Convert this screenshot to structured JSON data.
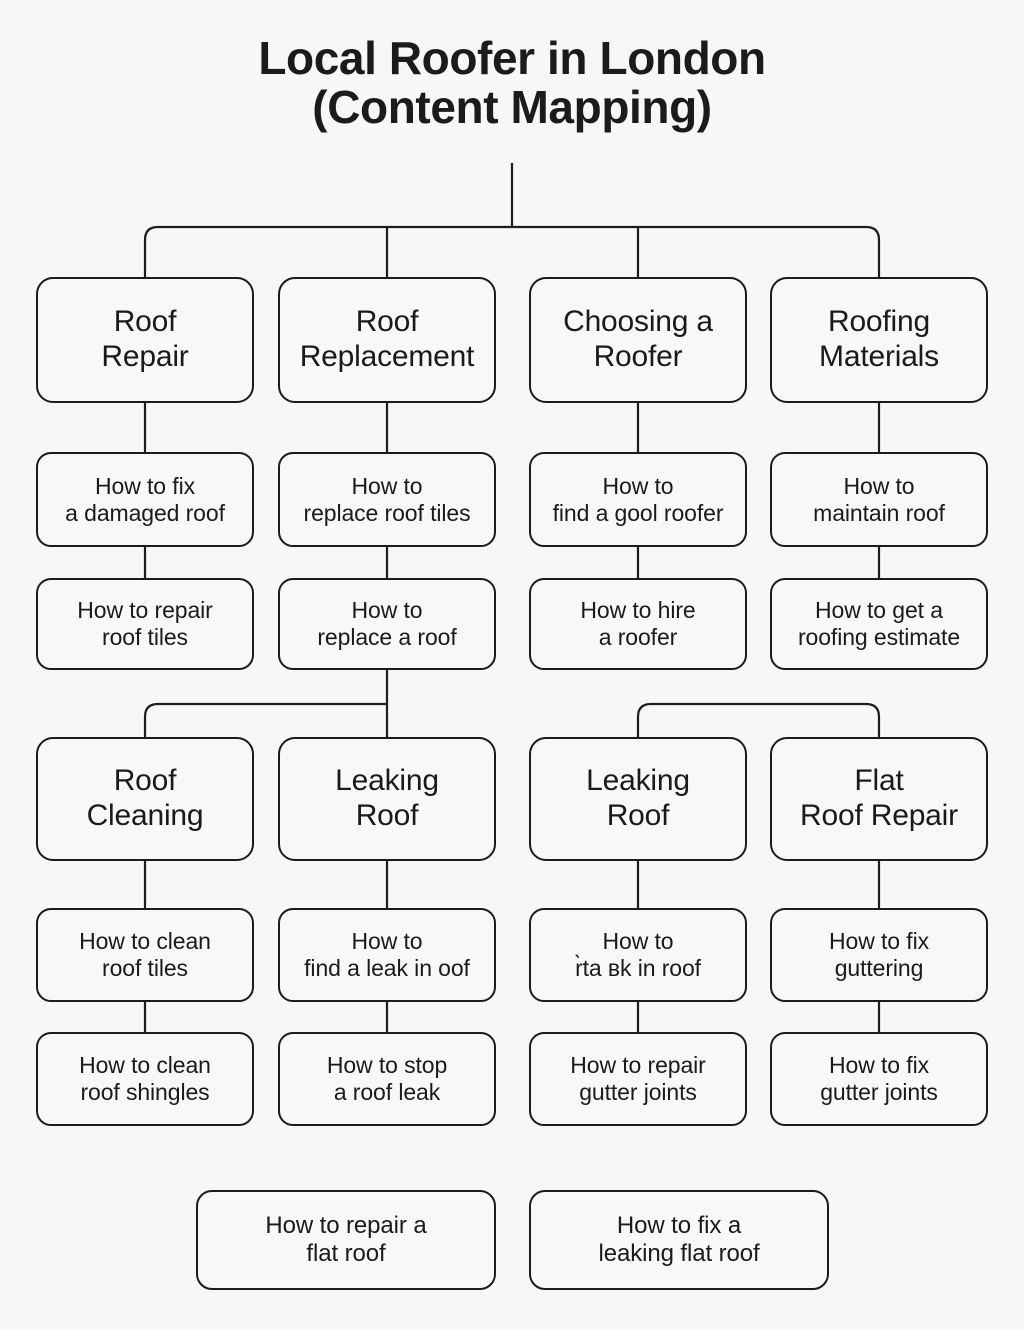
{
  "title": {
    "line1": "Local Roofer in London",
    "line2": "(Content Mapping)"
  },
  "diagram": {
    "type": "content-mapping-tree",
    "background_color": "#f7f7f6",
    "node_fill_color": "#f8f8f7",
    "node_border_color": "#1b1b1b",
    "text_color": "#1a1a1a",
    "columns": 4,
    "groups": [
      {
        "group_name": "group-1",
        "categories": [
          {
            "label": "Roof\nRepair",
            "children": [
              "How to fix\na damaged roof",
              "How to repair\nroof tiles"
            ]
          },
          {
            "label": "Roof\nReplacement",
            "children": [
              "How to\nreplace roof tiles",
              "How to\nreplace a roof"
            ]
          },
          {
            "label": "Choosing a\nRoofer",
            "children": [
              "How to\nfind a gool roofer",
              "How to hire\na roofer"
            ]
          },
          {
            "label": "Roofing\nMaterials",
            "children": [
              "How to\nmaintain roof",
              "How to get a\nroofing estimate"
            ]
          }
        ]
      },
      {
        "group_name": "group-2",
        "categories": [
          {
            "label": "Roof\nCleaning",
            "children": [
              "How to clean\nroof tiles",
              "How to clean\nroof shingles"
            ]
          },
          {
            "label": "Leaking\nRoof",
            "children": [
              "How to\nfind a leak in oof",
              "How to stop\na roof leak"
            ]
          },
          {
            "label": "Leaking\nRoof",
            "children": [
              "How to\nr̀ta ʙk in roof",
              "How to repair\ngutter joints"
            ]
          },
          {
            "label": "Flat\nRoof Repair",
            "children": [
              "How to fix\nguttering",
              "How to fix\ngutter joints"
            ]
          }
        ]
      }
    ],
    "orphan_nodes": [
      "How to repair a\nflat roof",
      "How to fix a\nleaking flat roof"
    ]
  }
}
